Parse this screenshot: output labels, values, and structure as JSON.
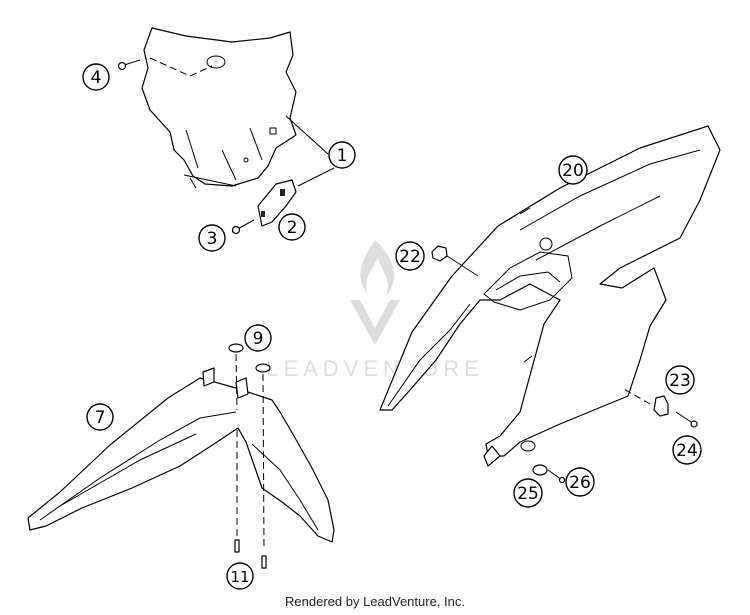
{
  "diagram": {
    "callouts": [
      "1",
      "2",
      "3",
      "4",
      "7",
      "9",
      "11",
      "20",
      "22",
      "23",
      "24",
      "25",
      "26"
    ]
  },
  "watermark": {
    "text": "LEADVENTURE"
  },
  "footer": {
    "text": "Rendered by LeadVenture, Inc."
  }
}
